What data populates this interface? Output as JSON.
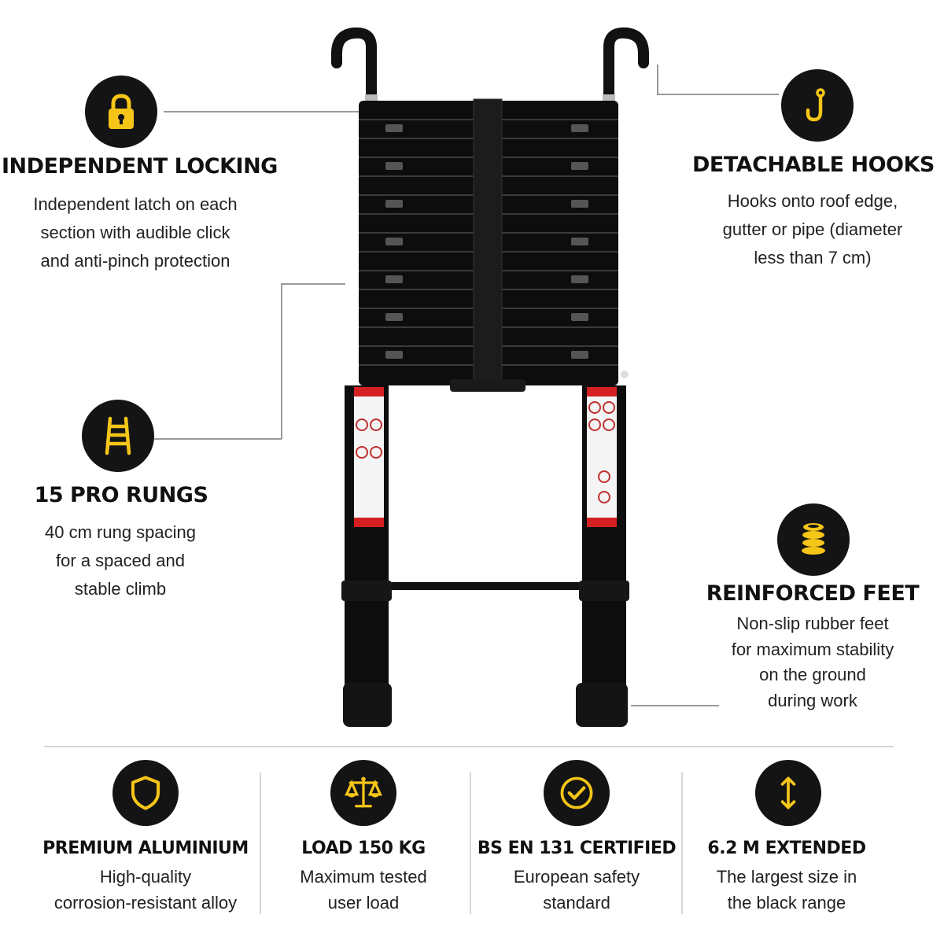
{
  "features": {
    "locking": {
      "title": "INDEPENDENT LOCKING",
      "lines": [
        "Independent latch on each",
        "section with audible click",
        "and anti-pinch protection"
      ]
    },
    "hooks": {
      "title": "DETACHABLE HOOKS",
      "lines": [
        "Hooks onto roof edge,",
        "gutter or pipe (diameter",
        "less than 7 cm)"
      ]
    },
    "rungs": {
      "title": "15 PRO RUNGS",
      "lines": [
        "40 cm rung spacing",
        "for a spaced and",
        "stable climb"
      ]
    },
    "feet": {
      "title": "REINFORCED FEET",
      "lines": [
        "Non-slip rubber feet",
        "for maximum stability",
        "on the ground",
        "during work"
      ]
    }
  },
  "bottom": [
    {
      "title": "PREMIUM ALUMINIUM",
      "lines": [
        "High-quality",
        "corrosion-resistant alloy"
      ]
    },
    {
      "title": "LOAD 150 KG",
      "lines": [
        "Maximum tested",
        "user load"
      ]
    },
    {
      "title": "BS EN 131 CERTIFIED",
      "lines": [
        "European safety",
        "standard"
      ]
    },
    {
      "title": "6.2 M EXTENDED",
      "lines": [
        "The largest size in",
        "the black range"
      ]
    }
  ],
  "icons": {
    "locking": "padlock-icon",
    "hooks": "hook-icon",
    "rungs": "ladder-icon",
    "feet": "coil-spring-icon",
    "aluminium": "shield-icon",
    "load": "scales-icon",
    "certified": "check-circle-icon",
    "extended": "vertical-arrows-icon"
  },
  "colors": {
    "accent": "#F5C518",
    "icon_bg": "#141414",
    "ladder": "#0d0d0d",
    "label_red": "#d42020"
  }
}
